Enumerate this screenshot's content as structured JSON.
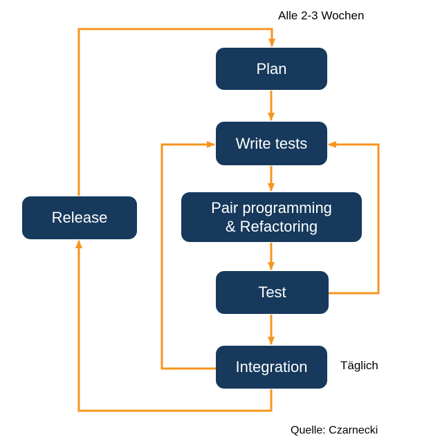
{
  "diagram": {
    "type": "flowchart",
    "nodes": [
      {
        "id": "plan",
        "label": "Plan"
      },
      {
        "id": "write_tests",
        "label": "Write tests"
      },
      {
        "id": "pair",
        "label": "Pair programming\n& Refactoring"
      },
      {
        "id": "test",
        "label": "Test"
      },
      {
        "id": "integration",
        "label": "Integration"
      },
      {
        "id": "release",
        "label": "Release"
      }
    ],
    "edges": [
      {
        "from": "plan",
        "to": "write_tests",
        "style": "straight-down"
      },
      {
        "from": "write_tests",
        "to": "pair",
        "style": "straight-down"
      },
      {
        "from": "pair",
        "to": "test",
        "style": "straight-down"
      },
      {
        "from": "test",
        "to": "integration",
        "style": "straight-down"
      },
      {
        "from": "test",
        "to": "write_tests",
        "style": "loop-right"
      },
      {
        "from": "integration",
        "to": "write_tests",
        "style": "loop-left"
      },
      {
        "from": "integration",
        "to": "release",
        "style": "loop-bottom"
      },
      {
        "from": "release",
        "to": "plan",
        "style": "loop-top"
      }
    ],
    "annotations": {
      "cycle_label": "Alle 2-3 Wochen",
      "daily_label": "Täglich",
      "source_label": "Quelle: Czarnecki"
    },
    "colors": {
      "node_fill": "#16395c",
      "node_text": "#ffffff",
      "arrow": "#f7941e",
      "annotation_text": "#000000"
    }
  }
}
